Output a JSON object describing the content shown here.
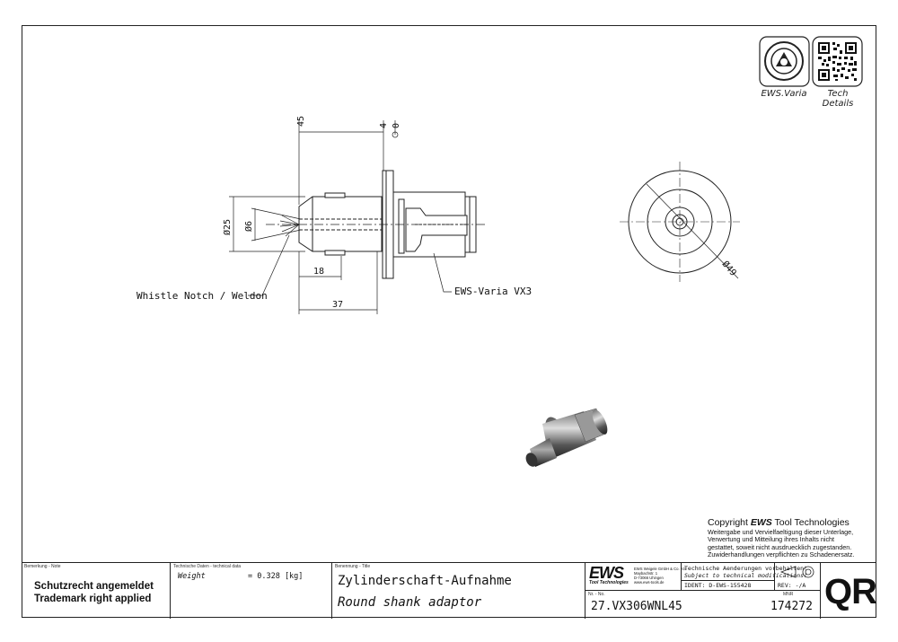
{
  "dimensions": {
    "d45": "45",
    "d4": "4",
    "d0": "0",
    "d25": "Ø25",
    "d6": "Ø6",
    "d18": "18",
    "d37": "37",
    "d49": "Ø49"
  },
  "callouts": {
    "whistle": "Whistle Notch / Weldon",
    "varia": "EWS-Varia VX3"
  },
  "qr_captions": {
    "left": "EWS.Varia",
    "right_line1": "Tech",
    "right_line2": "Details"
  },
  "copyright": {
    "prefix": "Copyright ",
    "brand": "EWS",
    "suffix": " Tool Technologies",
    "line1": "Weitergabe und Vervielfaeltigung dieser Unterlage,",
    "line2": "Verwertung und Mitteilung ihres Inhalts nicht",
    "line3": "gestattet, soweit nicht ausdruecklich zugestanden.",
    "line4": "Zuwiderhandlungen verpflichten zu Schadenersatz."
  },
  "title_block": {
    "note_caption": "Bemerkung - Note",
    "note_line1": "Schutzrecht angemeldet",
    "note_line2": "Trademark right applied",
    "tech_caption": "Technische Daten - technical data",
    "weight_label": "Weight",
    "weight_value": "= 0.328 [kg]",
    "title_caption": "Benennung - Title",
    "title_de": "Zylinderschaft-Aufnahme",
    "title_en": "Round shank adaptor",
    "logo": "EWS",
    "logo_sub": "Tool Technologies",
    "address1": "EWS Weigele GmbH & Co. KG",
    "address2": "Maybachstr. 1",
    "address3": "D-73066 Uhingen",
    "address4": "www.ews-tools.de",
    "change_line1": "Technische Aenderungen vorbehalten!",
    "change_line2": "Subject to technical modifications!",
    "ident": "IDENT: D-EWS-155428",
    "rev": "REV: -/A",
    "nr_caption": "Nr. - No.",
    "nr_value": "27.VX306WNL45",
    "mnr_caption": "MNR",
    "mnr_value": "174272",
    "qr_mark": "QR"
  }
}
